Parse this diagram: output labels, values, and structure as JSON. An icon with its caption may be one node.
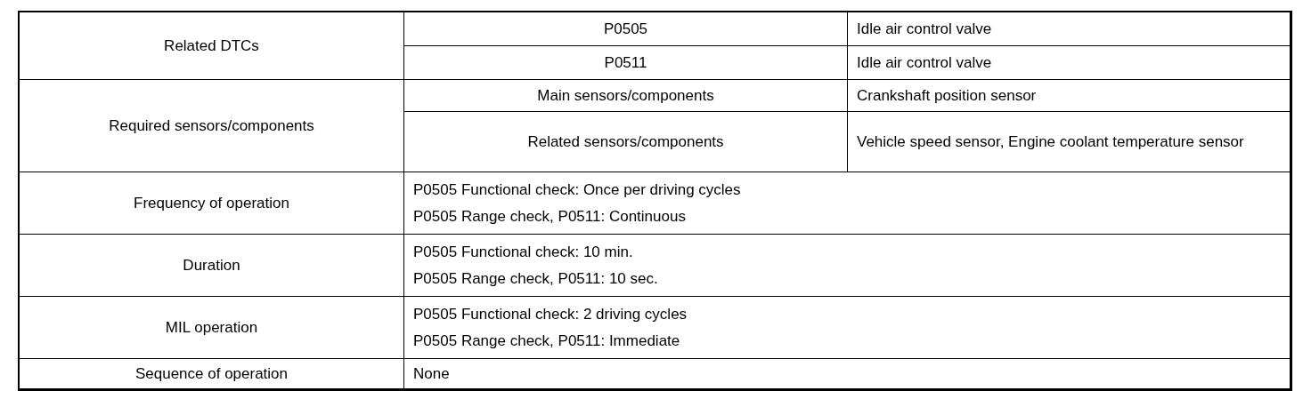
{
  "diagram": {
    "labels": [
      "Related DTCs",
      "P0505",
      "Idle air control valve",
      "P0511",
      "Idle air control valve",
      "Required sensors/components",
      "Main sensors/components",
      "Crankshaft position sensor",
      "Related sensors/components",
      "Vehicle speed sensor, Engine coolant temperature sensor",
      "Frequency of operation",
      "P0505 Functional check: Once per driving cycles",
      "P0505 Range check, P0511: Continuous",
      "Duration",
      "P0505 Functional check: 10 min.",
      "P0505 Range check, P0511: 10 sec.",
      "MIL operation",
      "P0505 Functional check: 2 driving cycles",
      "P0505 Range check, P0511: Immediate",
      "Sequence of operation",
      "None"
    ]
  }
}
